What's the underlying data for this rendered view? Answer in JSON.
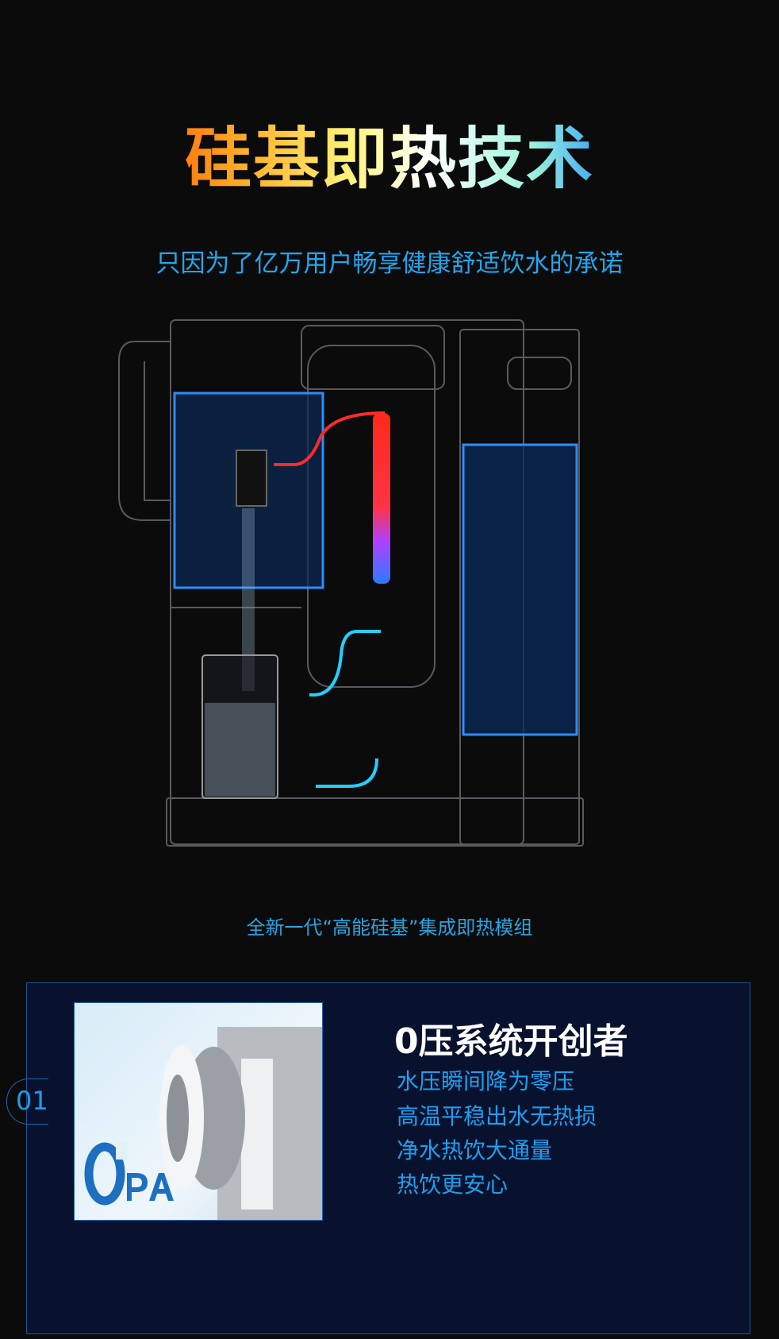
{
  "hero": {
    "title": "硅基即热技术",
    "subtitle": "只因为了亿万用户畅享健康舒适饮水的承诺",
    "caption": "全新一代“高能硅基”集成即热模组"
  },
  "feature": {
    "number": "01",
    "heading": "0压系统开创者",
    "lines": [
      "水压瞬间降为零压",
      "高温平稳出水无热损",
      "净水热饮大通量",
      "热饮更安心"
    ],
    "logo_text": "OPA"
  },
  "colors": {
    "accent": "#22a6ec",
    "panel_bg": "#08122e",
    "panel_border": "#1d5595",
    "hot": "#ff2a1a",
    "cold": "#1ec8ff"
  }
}
